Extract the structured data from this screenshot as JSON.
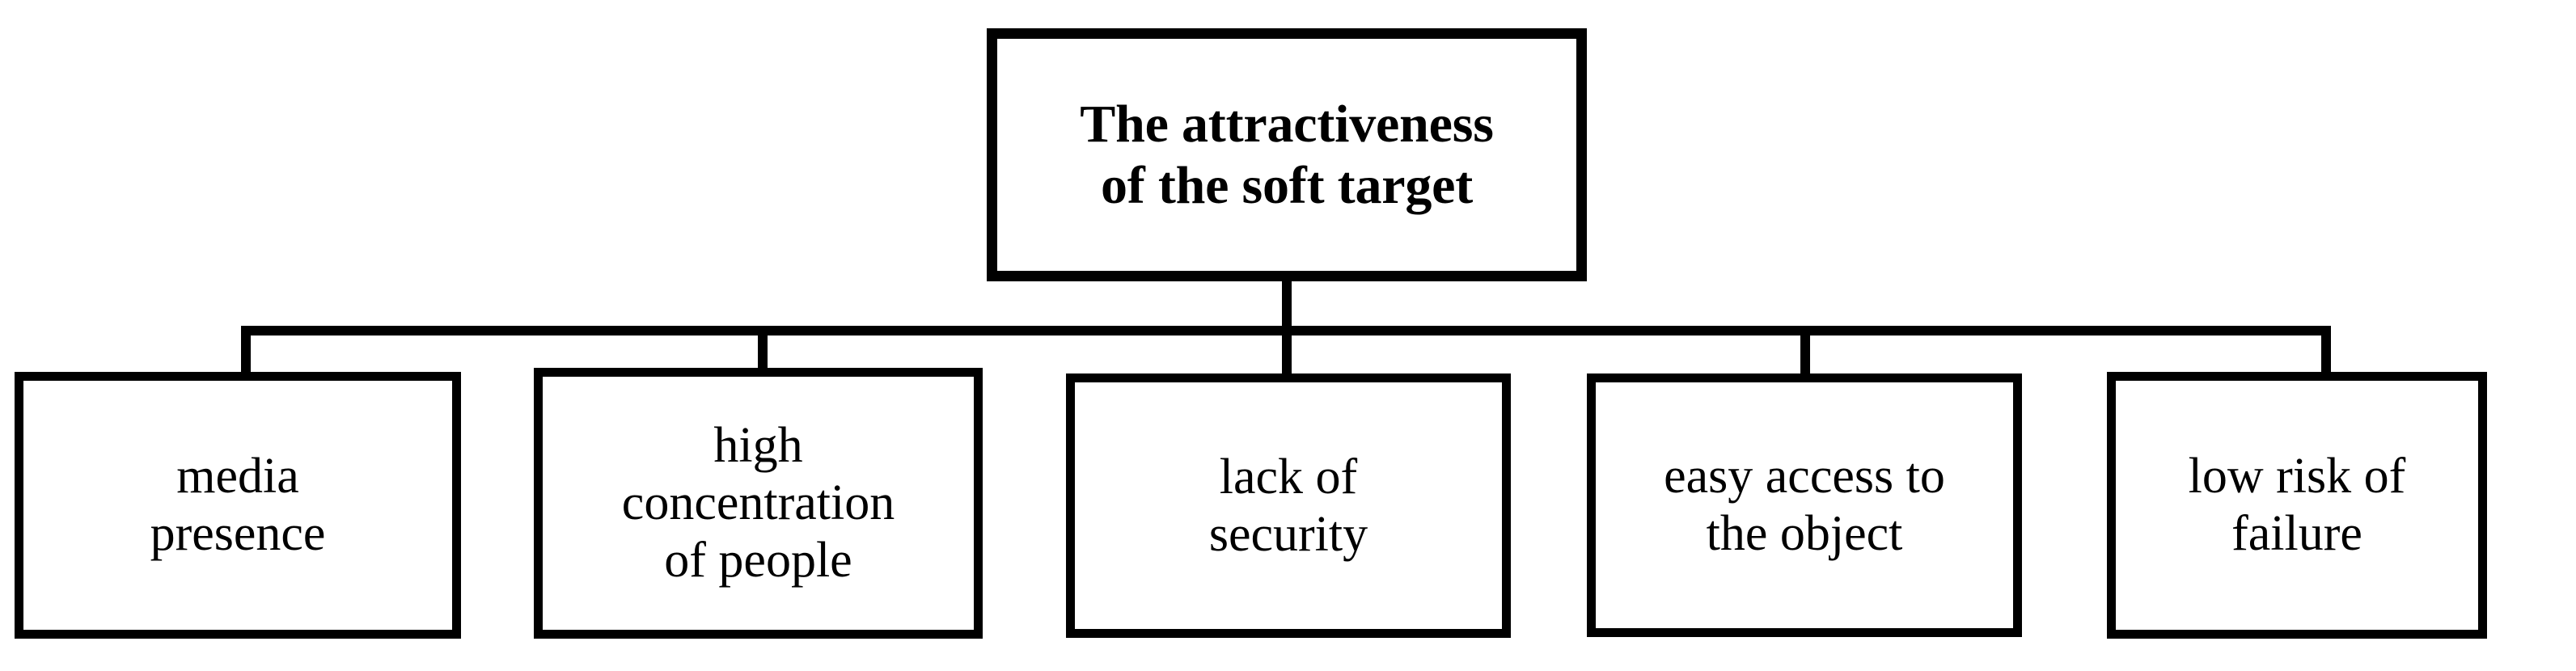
{
  "diagram": {
    "type": "hierarchy-tree",
    "orientation": "top-down",
    "levels": 2,
    "style": {
      "background_color": "#ffffff",
      "line_color": "#000000",
      "text_color": "#000000",
      "border_color": "#000000"
    },
    "root": {
      "id": "root",
      "label": "The attractiveness\nof the soft target",
      "bold": true
    },
    "children": [
      {
        "id": "child-0",
        "label": "media\npresence"
      },
      {
        "id": "child-1",
        "label": "high\nconcentration\nof people"
      },
      {
        "id": "child-2",
        "label": "lack of\nsecurity"
      },
      {
        "id": "child-3",
        "label": "easy access to\nthe object"
      },
      {
        "id": "child-4",
        "label": "low risk of\nfailure"
      }
    ],
    "connectors": {
      "bus_label": "horizontal-distribution-bus",
      "root_stem_label": "root-stem",
      "drop_labels": [
        "drop-to-media-presence",
        "drop-to-high-concentration-of-people",
        "drop-to-lack-of-security",
        "drop-to-easy-access-to-the-object",
        "drop-to-low-risk-of-failure"
      ]
    }
  }
}
